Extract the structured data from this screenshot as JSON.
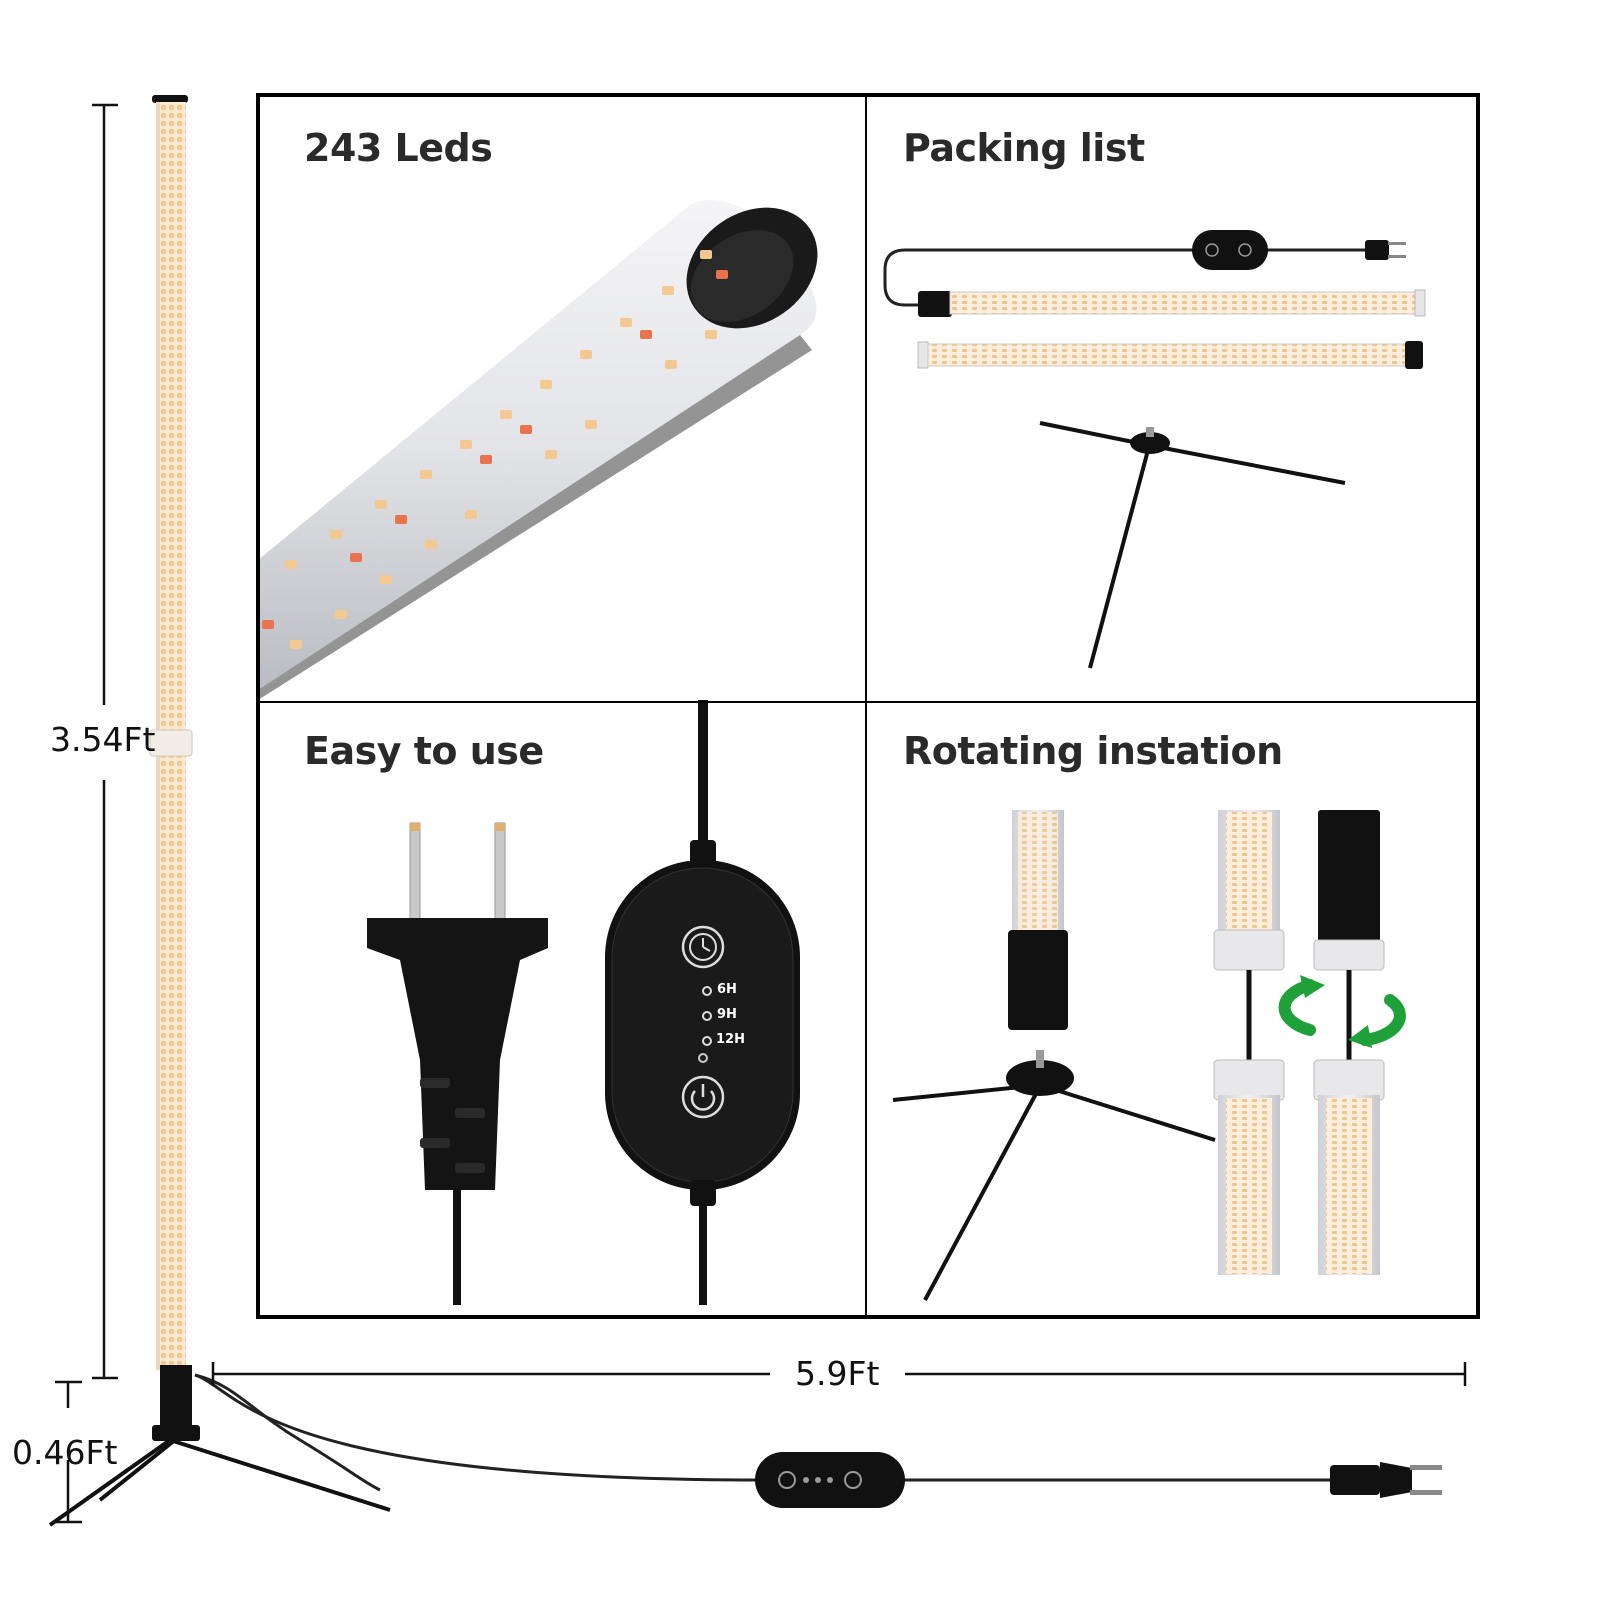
{
  "panels": {
    "leds": {
      "title": "243 Leds"
    },
    "packing": {
      "title": "Packing list"
    },
    "easy": {
      "title": "Easy to use"
    },
    "rotating": {
      "title": "Rotating instation"
    }
  },
  "dimensions": {
    "height": "3.54Ft",
    "base_height": "0.46Ft",
    "cord_length": "5.9Ft"
  },
  "controller": {
    "timers": [
      "6H",
      "9H",
      "12H"
    ]
  },
  "colors": {
    "led_warm": "#f6d3a6",
    "led_red": "#e8734e",
    "frame": "#000000",
    "rotate_arrow": "#1fa038"
  },
  "icons": [
    "clock-icon",
    "power-icon",
    "rotate-arrow-icon",
    "plug-icon"
  ]
}
